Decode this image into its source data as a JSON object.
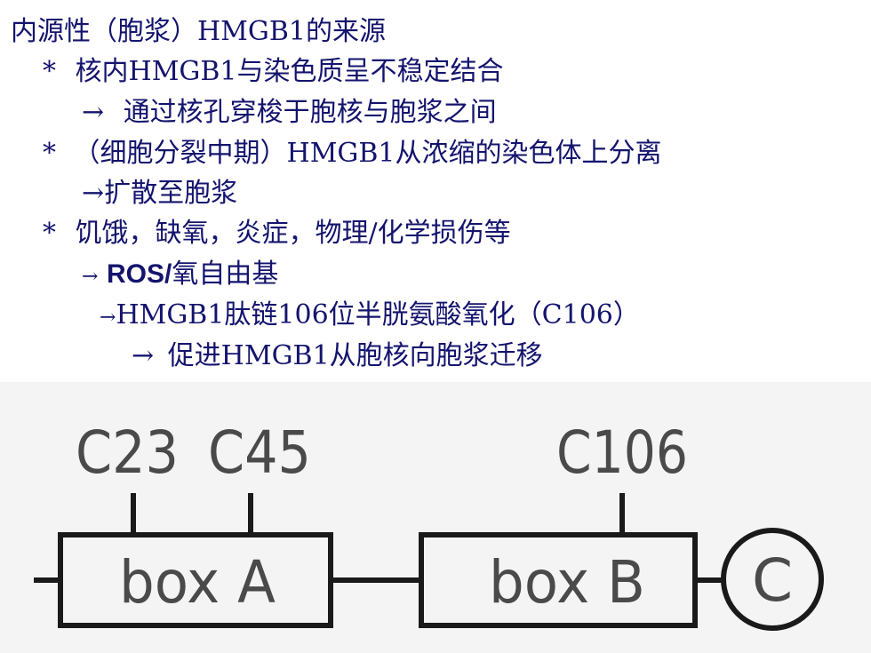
{
  "text": {
    "title": "内源性（胞浆）HMGB1的来源",
    "bullet1": {
      "marker": "*",
      "text": "核内HMGB1与染色质呈不稳定结合"
    },
    "sub1": {
      "arrow": "→",
      "text": "通过核孔穿梭于胞核与胞浆之间"
    },
    "bullet2": {
      "marker": "*",
      "text": "（细胞分裂中期）HMGB1从浓缩的染色体上分离"
    },
    "sub2": {
      "arrow": "→",
      "text": "扩散至胞浆"
    },
    "bullet3": {
      "marker": "*",
      "text": "饥饿，缺氧，炎症，物理/化学损伤等"
    },
    "sub3": {
      "arrow": "→",
      "bold": "ROS/",
      "text": "氧自由基"
    },
    "sub4": {
      "arrow": "→",
      "text": "HMGB1肽链106位半胱氨酸氧化（C106）"
    },
    "sub5": {
      "arrow": "→",
      "text": "促进HMGB1从胞核向胞浆迁移"
    }
  },
  "diagram": {
    "labels": {
      "c23": "C23",
      "c45": "C45",
      "c106": "C106"
    },
    "box_a": "box A",
    "box_b": "box B",
    "c_terminal": "C"
  },
  "colors": {
    "text": "#14146e",
    "diagram_line": "#1a1a1a",
    "diagram_label": "#4a4a4a",
    "diagram_bg": "#f4f4f4"
  }
}
